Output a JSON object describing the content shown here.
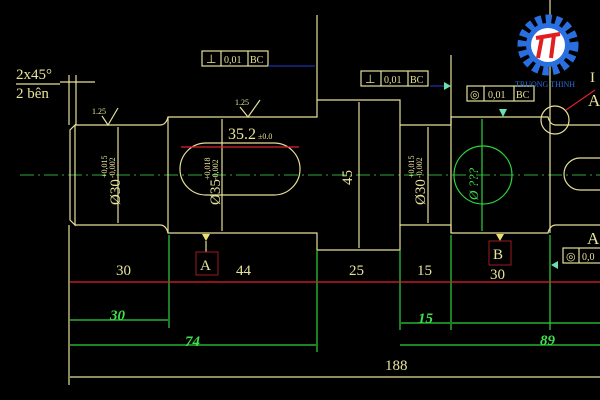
{
  "chamfer_note": {
    "line1": "2x45°",
    "line2": "2 bên"
  },
  "roughness": [
    "1.25",
    "1.25"
  ],
  "tolerance_frames": [
    {
      "symbol": "⊥",
      "value": "0,01",
      "datum": "BC"
    },
    {
      "symbol": "⊥",
      "value": "0,01",
      "datum": "BC"
    },
    {
      "symbol": "◎",
      "value": "0,01",
      "datum": "BC"
    },
    {
      "symbol": "◎",
      "value": "0,0"
    }
  ],
  "diameters": {
    "d1": {
      "base": "Ø30",
      "upper": "+0,015",
      "lower": "-0,002"
    },
    "d2": {
      "base": "Ø35",
      "upper": "+0,018",
      "lower": "-0,002"
    },
    "d3": "45",
    "d4": {
      "base": "Ø30",
      "upper": "+0,015",
      "lower": "-0,002"
    },
    "d5": "Ø ???"
  },
  "keyway_length": {
    "value": "35.2",
    "tol": "±0.0"
  },
  "datums": {
    "a": "A",
    "b": "B"
  },
  "section_labels": {
    "i": "I",
    "a_top": "A",
    "a_bottom": "A"
  },
  "chain_dims": [
    "30",
    "44",
    "25",
    "15",
    "30"
  ],
  "cumulative_dims": [
    "30",
    "74",
    "15",
    "89"
  ],
  "overall_dim": "188",
  "logo": {
    "text": "TRUONG THINH",
    "colors": {
      "gear": "#2a6fe0",
      "mark": "#e02020"
    }
  }
}
